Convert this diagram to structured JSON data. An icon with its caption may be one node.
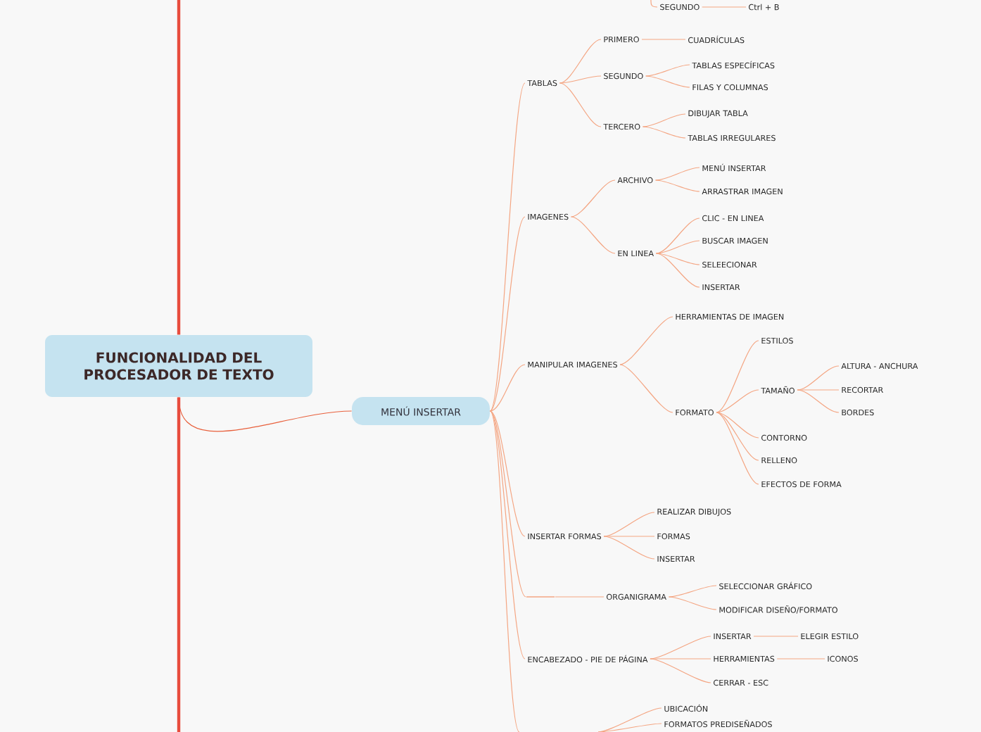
{
  "diagram": {
    "nodes": [
      {
        "text": [
          "FUNCIONALIDAD DEL PROCESADOR DE TEXTO"
        ]
      },
      {
        "text": [
          "MENÚ INSERTAR"
        ]
      },
      {
        "text": [
          "SEGUNDO"
        ]
      },
      {
        "text": [
          "Ctrl + B"
        ]
      },
      {
        "text": [
          "TABLAS"
        ]
      },
      {
        "text": [
          "PRIMERO"
        ]
      },
      {
        "text": [
          "CUADRÍCULAS"
        ]
      },
      {
        "text": [
          "SEGUNDO"
        ]
      },
      {
        "text": [
          "TABLAS ESPECÍFICAS"
        ]
      },
      {
        "text": [
          "FILAS Y COLUMNAS"
        ]
      },
      {
        "text": [
          "TERCERO"
        ]
      },
      {
        "text": [
          "DIBUJAR TABLA"
        ]
      },
      {
        "text": [
          "TABLAS IRREGULARES"
        ]
      },
      {
        "text": [
          "IMAGENES"
        ]
      },
      {
        "text": [
          "ARCHIVO"
        ]
      },
      {
        "text": [
          "MENÚ INSERTAR"
        ]
      },
      {
        "text": [
          "ARRASTRAR IMAGEN"
        ]
      },
      {
        "text": [
          "EN LINEA"
        ]
      },
      {
        "text": [
          "CLIC - EN LINEA"
        ]
      },
      {
        "text": [
          "BUSCAR IMAGEN"
        ]
      },
      {
        "text": [
          "SELEECIONAR"
        ]
      },
      {
        "text": [
          "INSERTAR"
        ]
      },
      {
        "text": [
          "MANIPULAR IMAGENES"
        ]
      },
      {
        "text": [
          "HERRAMIENTAS DE IMAGEN"
        ]
      },
      {
        "text": [
          "FORMATO"
        ]
      },
      {
        "text": [
          "ESTILOS"
        ]
      },
      {
        "text": [
          "TAMAÑO"
        ]
      },
      {
        "text": [
          "ALTURA - ANCHURA"
        ]
      },
      {
        "text": [
          "RECORTAR"
        ]
      },
      {
        "text": [
          "BORDES"
        ]
      },
      {
        "text": [
          "CONTORNO"
        ]
      },
      {
        "text": [
          "RELLENO"
        ]
      },
      {
        "text": [
          "EFECTOS DE FORMA"
        ]
      },
      {
        "text": [
          "INSERTAR FORMAS"
        ]
      },
      {
        "text": [
          "REALIZAR DIBUJOS"
        ]
      },
      {
        "text": [
          "FORMAS"
        ]
      },
      {
        "text": [
          "INSERTAR"
        ]
      },
      {
        "text": [],
        "shape": "bar"
      },
      {
        "text": [
          "ORGANIGRAMA"
        ]
      },
      {
        "text": [
          "SELECCIONAR GRÁFICO"
        ]
      },
      {
        "text": [
          "MODIFICAR DISEÑO/FORMATO"
        ]
      },
      {
        "text": [
          "ENCABEZADO - PIE DE PÁGINA"
        ]
      },
      {
        "text": [
          "INSERTAR"
        ]
      },
      {
        "text": [
          "ELEGIR ESTILO"
        ]
      },
      {
        "text": [
          "HERRAMIENTAS"
        ]
      },
      {
        "text": [
          "ICONOS"
        ]
      },
      {
        "text": [
          "CERRAR - ESC"
        ]
      },
      {
        "text": [
          "UBICACIÓN"
        ]
      },
      {
        "text": [
          "FORMATOS PREDISEÑADOS"
        ]
      }
    ],
    "edges": [
      {
        "from": 0,
        "to": 1,
        "arrow": "none",
        "color": "#e8603c"
      },
      {
        "from": 0,
        "to": null,
        "arrow": "none",
        "style": "thick",
        "color": "#e84c3d"
      },
      {
        "from": 0,
        "to": null,
        "arrow": "none",
        "style": "thick",
        "color": "#e84c3d"
      },
      {
        "from": null,
        "to": 2,
        "arrow": "none"
      },
      {
        "from": 2,
        "to": 3,
        "arrow": "none"
      },
      {
        "from": 1,
        "to": 4,
        "arrow": "none"
      },
      {
        "from": 4,
        "to": 5,
        "arrow": "none"
      },
      {
        "from": 5,
        "to": 6,
        "arrow": "none"
      },
      {
        "from": 4,
        "to": 7,
        "arrow": "none"
      },
      {
        "from": 7,
        "to": 8,
        "arrow": "none"
      },
      {
        "from": 7,
        "to": 9,
        "arrow": "none"
      },
      {
        "from": 4,
        "to": 10,
        "arrow": "none"
      },
      {
        "from": 10,
        "to": 11,
        "arrow": "none"
      },
      {
        "from": 10,
        "to": 12,
        "arrow": "none"
      },
      {
        "from": 1,
        "to": 13,
        "arrow": "none"
      },
      {
        "from": 13,
        "to": 14,
        "arrow": "none"
      },
      {
        "from": 14,
        "to": 15,
        "arrow": "none"
      },
      {
        "from": 14,
        "to": 16,
        "arrow": "none"
      },
      {
        "from": 13,
        "to": 17,
        "arrow": "none"
      },
      {
        "from": 17,
        "to": 18,
        "arrow": "none"
      },
      {
        "from": 17,
        "to": 19,
        "arrow": "none"
      },
      {
        "from": 17,
        "to": 20,
        "arrow": "none"
      },
      {
        "from": 17,
        "to": 21,
        "arrow": "none"
      },
      {
        "from": 1,
        "to": 22,
        "arrow": "none"
      },
      {
        "from": 22,
        "to": 23,
        "arrow": "none"
      },
      {
        "from": 22,
        "to": 24,
        "arrow": "none"
      },
      {
        "from": 24,
        "to": 25,
        "arrow": "none"
      },
      {
        "from": 24,
        "to": 26,
        "arrow": "none"
      },
      {
        "from": 26,
        "to": 27,
        "arrow": "none"
      },
      {
        "from": 26,
        "to": 28,
        "arrow": "none"
      },
      {
        "from": 26,
        "to": 29,
        "arrow": "none"
      },
      {
        "from": 24,
        "to": 30,
        "arrow": "none"
      },
      {
        "from": 24,
        "to": 31,
        "arrow": "none"
      },
      {
        "from": 24,
        "to": 32,
        "arrow": "none"
      },
      {
        "from": 1,
        "to": 33,
        "arrow": "none"
      },
      {
        "from": 33,
        "to": 34,
        "arrow": "none"
      },
      {
        "from": 33,
        "to": 35,
        "arrow": "none"
      },
      {
        "from": 33,
        "to": 36,
        "arrow": "none"
      },
      {
        "from": 1,
        "to": 37,
        "arrow": "none"
      },
      {
        "from": 37,
        "to": 38,
        "arrow": "none"
      },
      {
        "from": 38,
        "to": 39,
        "arrow": "none"
      },
      {
        "from": 38,
        "to": 40,
        "arrow": "none"
      },
      {
        "from": 1,
        "to": 41,
        "arrow": "none"
      },
      {
        "from": 41,
        "to": 42,
        "arrow": "none"
      },
      {
        "from": 42,
        "to": 43,
        "arrow": "none"
      },
      {
        "from": 41,
        "to": 44,
        "arrow": "none"
      },
      {
        "from": 44,
        "to": 45,
        "arrow": "none"
      },
      {
        "from": 41,
        "to": 46,
        "arrow": "none"
      },
      {
        "from": 1,
        "to": null,
        "arrow": "none"
      },
      {
        "from": null,
        "to": 47,
        "arrow": "none"
      },
      {
        "from": null,
        "to": 48,
        "arrow": "none"
      }
    ]
  }
}
